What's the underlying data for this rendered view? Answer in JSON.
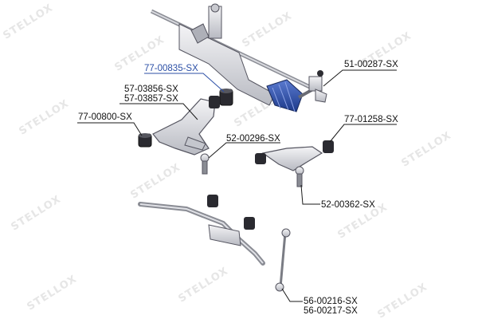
{
  "watermark": {
    "text": "STELLOX"
  },
  "labels": {
    "p77_00835": "77-00835-SX",
    "p51_00287": "51-00287-SX",
    "p57_03856": "57-03856-SX",
    "p57_03857": "57-03857-SX",
    "p77_00800": "77-00800-SX",
    "p77_01258": "77-01258-SX",
    "p52_00296": "52-00296-SX",
    "p52_00362": "52-00362-SX",
    "p56_00216": "56-00216-SX",
    "p56_00217": "56-00217-SX"
  },
  "colors": {
    "highlight": "#2b4fa6",
    "part_fill": "#dcdde2",
    "part_stroke": "#555560",
    "leader": "#1a1a1a"
  }
}
